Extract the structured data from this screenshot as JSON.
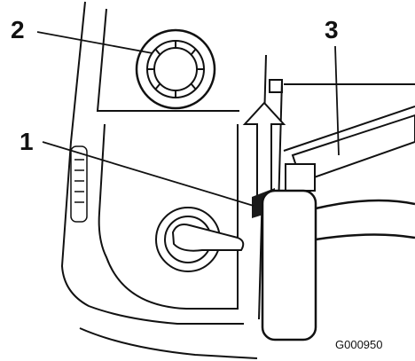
{
  "callouts": {
    "one": "1",
    "two": "2",
    "three": "3"
  },
  "figure_code": "G000950",
  "colors": {
    "line": "#111111",
    "fill": "#ffffff",
    "arrow": "#1a1a1a"
  }
}
